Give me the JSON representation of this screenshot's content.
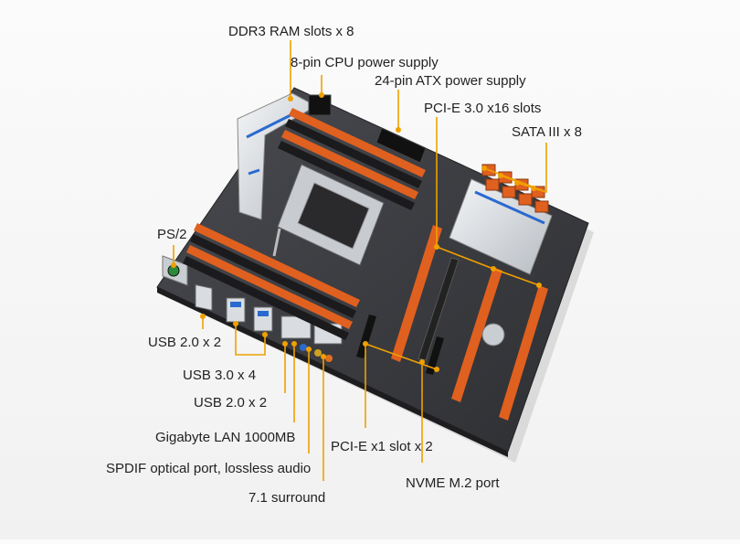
{
  "labels": {
    "ddr3": "DDR3 RAM slots x 8",
    "cpu_power": "8-pin CPU power supply",
    "atx_power": "24-pin ATX power supply",
    "pcie16": "PCI-E 3.0 x16 slots",
    "sata": "SATA III x 8",
    "ps2": "PS/2",
    "usb20a": "USB 2.0 x 2",
    "usb30": "USB 3.0 x 4",
    "usb20b": "USB 2.0 x 2",
    "lan": "Gigabyte LAN 1000MB",
    "spdif": "SPDIF optical port, lossless audio",
    "surround": "7.1 surround",
    "pcie1": "PCI-E x1 slot x 2",
    "m2": "NVME M.2 port"
  },
  "colors": {
    "leader": "#f0a000",
    "dot": "#f0a000",
    "board": "#3a3b3f",
    "slot": "#e0601f",
    "text": "#222222"
  }
}
